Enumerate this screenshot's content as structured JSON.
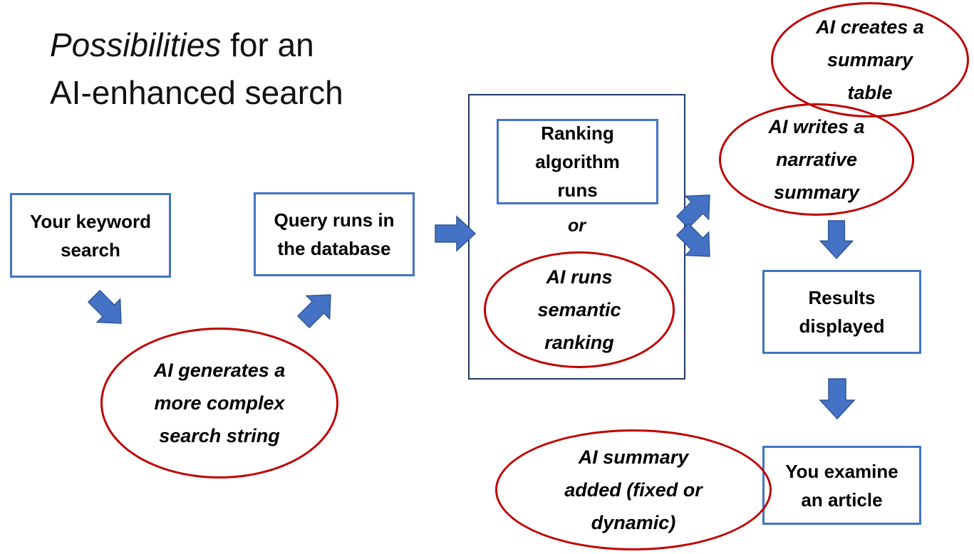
{
  "theme": {
    "background": "#FFFFFF",
    "text-color": "#000000",
    "box-border": "#4472C4",
    "container-border": "#1F3864",
    "ellipse-stroke": "#C00000",
    "arrow-fill": "#4472C4",
    "arrow-stroke": "#2F5597"
  },
  "title": {
    "italic": "Possibilities",
    "after_italic": " for an",
    "line2": "AI-enhanced search"
  },
  "nodes": {
    "keyword_box": "Your keyword\nsearch",
    "query_box": "Query runs in\nthe database",
    "ranking_box": "Ranking\nalgorithm\nruns",
    "or_label": "or",
    "semantic_ellipse": "AI runs\nsemantic\nranking",
    "summary_table_ellipse": "AI creates a\nsummary\ntable",
    "narrative_ellipse": "AI writes a\nnarrative\nsummary",
    "results_box": "Results\ndisplayed",
    "examine_box": "You examine\nan article",
    "ai_summary_ellipse": "AI summary\nadded (fixed or\ndynamic)",
    "complex_search_ellipse": "AI generates a\nmore complex\nsearch string"
  }
}
